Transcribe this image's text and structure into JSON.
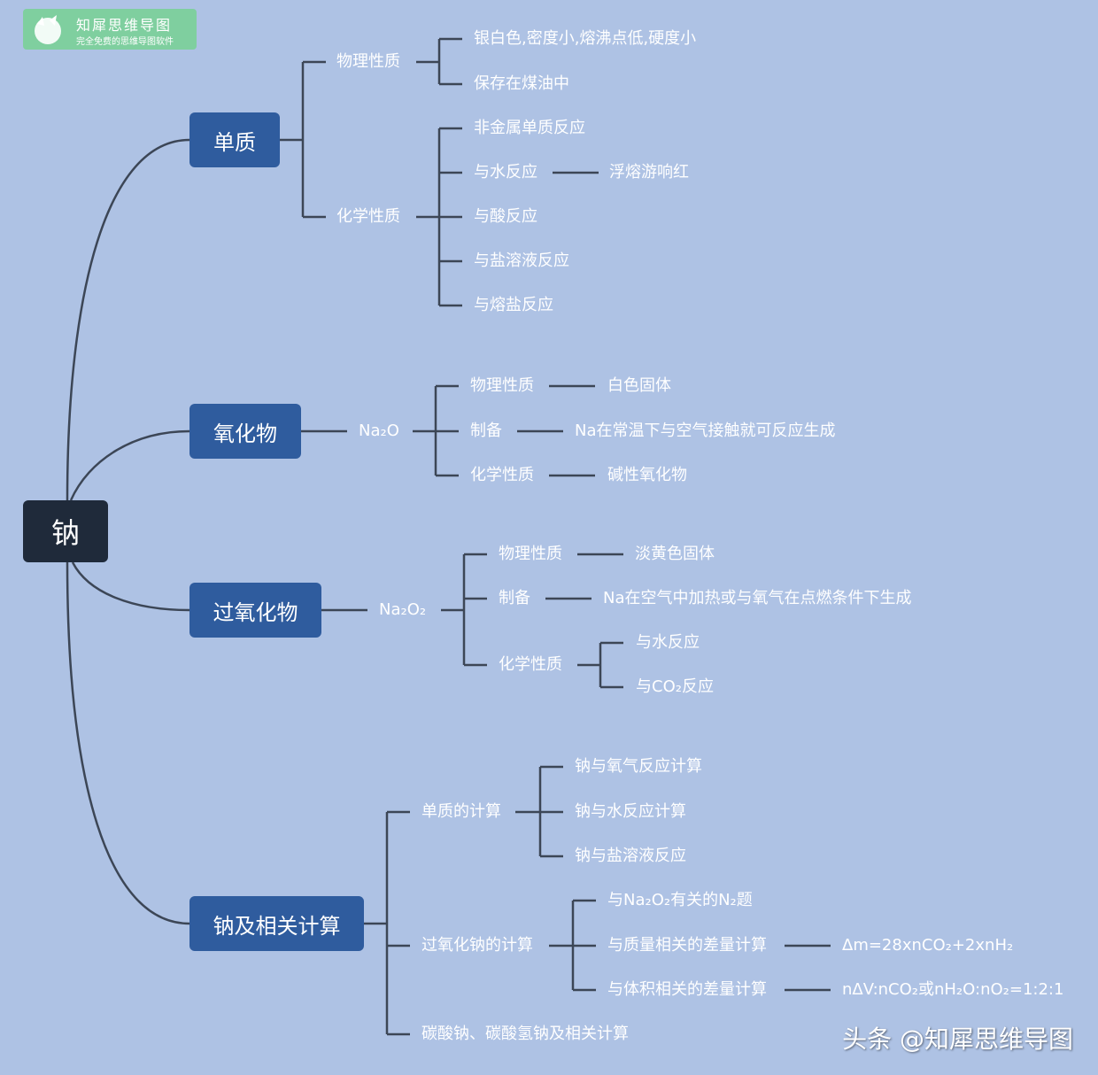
{
  "logo": {
    "name": "知犀思维导图",
    "sub": "完全免费的思维导图软件",
    "icon": "rhino-logo-icon"
  },
  "watermark": "头条 @知犀思维导图",
  "root": "钠",
  "branch1": {
    "title": "单质",
    "phys": {
      "label": "物理性质",
      "items": [
        "银白色,密度小,熔沸点低,硬度小",
        "保存在煤油中"
      ]
    },
    "chem": {
      "label": "化学性质",
      "items": [
        "非金属单质反应",
        "与水反应",
        "与酸反应",
        "与盐溶液反应",
        "与熔盐反应"
      ],
      "water_detail": "浮熔游响红"
    }
  },
  "branch2": {
    "title": "氧化物",
    "formula": "Na₂O",
    "rows": [
      {
        "label": "物理性质",
        "value": "白色固体"
      },
      {
        "label": "制备",
        "value": "Na在常温下与空气接触就可反应生成"
      },
      {
        "label": "化学性质",
        "value": "碱性氧化物"
      }
    ]
  },
  "branch3": {
    "title": "过氧化物",
    "formula": "Na₂O₂",
    "phys": {
      "label": "物理性质",
      "value": "淡黄色固体"
    },
    "prep": {
      "label": "制备",
      "value": "Na在空气中加热或与氧气在点燃条件下生成"
    },
    "chem": {
      "label": "化学性质",
      "items": [
        "与水反应",
        "与CO₂反应"
      ]
    }
  },
  "branch4": {
    "title": "钠及相关计算",
    "elem": {
      "label": "单质的计算",
      "items": [
        "钠与氧气反应计算",
        "钠与水反应计算",
        "钠与盐溶液反应"
      ]
    },
    "perox": {
      "label": "过氧化钠的计算",
      "items": [
        "与Na₂O₂有关的N₂题",
        "与质量相关的差量计算",
        "与体积相关的差量计算"
      ],
      "mass_formula": "Δm=28xnCO₂+2xnH₂",
      "vol_formula": "nΔV:nCO₂或nH₂O:nO₂=1:2:1"
    },
    "carb": "碳酸钠、碳酸氢钠及相关计算"
  }
}
